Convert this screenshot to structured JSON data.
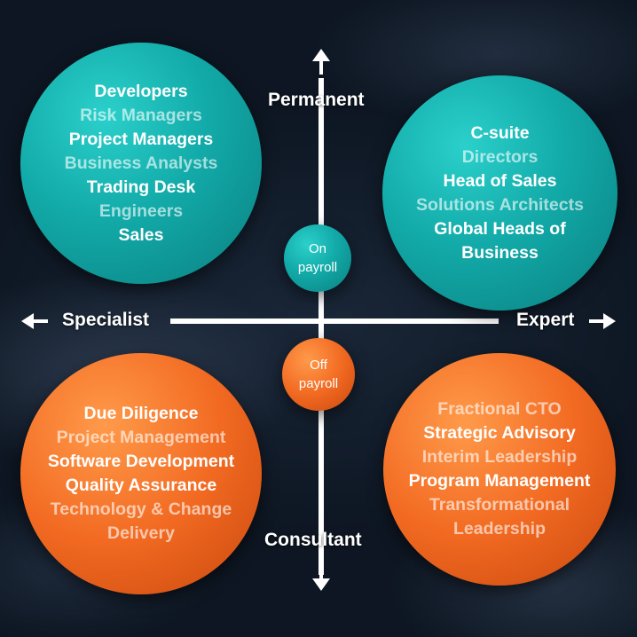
{
  "axes": {
    "top": "Permanent",
    "bottom": "Consultant",
    "left": "Specialist",
    "right": "Expert"
  },
  "center": {
    "on": [
      "On",
      "payroll"
    ],
    "off": [
      "Off",
      "payroll"
    ]
  },
  "quadrants": {
    "top_left": {
      "color": "#12aaa8",
      "items": [
        {
          "text": "Developers",
          "emphasis": "bright"
        },
        {
          "text": "Risk Managers",
          "emphasis": "dim"
        },
        {
          "text": "Project Managers",
          "emphasis": "bright"
        },
        {
          "text": "Business Analysts",
          "emphasis": "dim"
        },
        {
          "text": "Trading Desk",
          "emphasis": "bright"
        },
        {
          "text": "Engineers",
          "emphasis": "dim"
        },
        {
          "text": "Sales",
          "emphasis": "bright"
        }
      ]
    },
    "top_right": {
      "color": "#12aaa8",
      "items": [
        {
          "text": "C-suite",
          "emphasis": "bright"
        },
        {
          "text": "Directors",
          "emphasis": "dim"
        },
        {
          "text": "Head of Sales",
          "emphasis": "bright"
        },
        {
          "text": "Solutions Architects",
          "emphasis": "dim"
        },
        {
          "text": "Global Heads of",
          "emphasis": "bright"
        },
        {
          "text": "Business",
          "emphasis": "bright"
        }
      ]
    },
    "bottom_left": {
      "color": "#f26a22",
      "items": [
        {
          "text": "Due Diligence",
          "emphasis": "bright"
        },
        {
          "text": "Project Management",
          "emphasis": "dim"
        },
        {
          "text": "Software Development",
          "emphasis": "bright"
        },
        {
          "text": "Quality Assurance",
          "emphasis": "bright"
        },
        {
          "text": "Technology & Change",
          "emphasis": "dim"
        },
        {
          "text": "Delivery",
          "emphasis": "dim"
        }
      ]
    },
    "bottom_right": {
      "color": "#f26a22",
      "items": [
        {
          "text": "Fractional CTO",
          "emphasis": "dim"
        },
        {
          "text": "Strategic Advisory",
          "emphasis": "bright"
        },
        {
          "text": "Interim Leadership",
          "emphasis": "dim"
        },
        {
          "text": "Program Management",
          "emphasis": "bright"
        },
        {
          "text": "Transformational",
          "emphasis": "dim"
        },
        {
          "text": "Leadership",
          "emphasis": "dim"
        }
      ]
    }
  }
}
